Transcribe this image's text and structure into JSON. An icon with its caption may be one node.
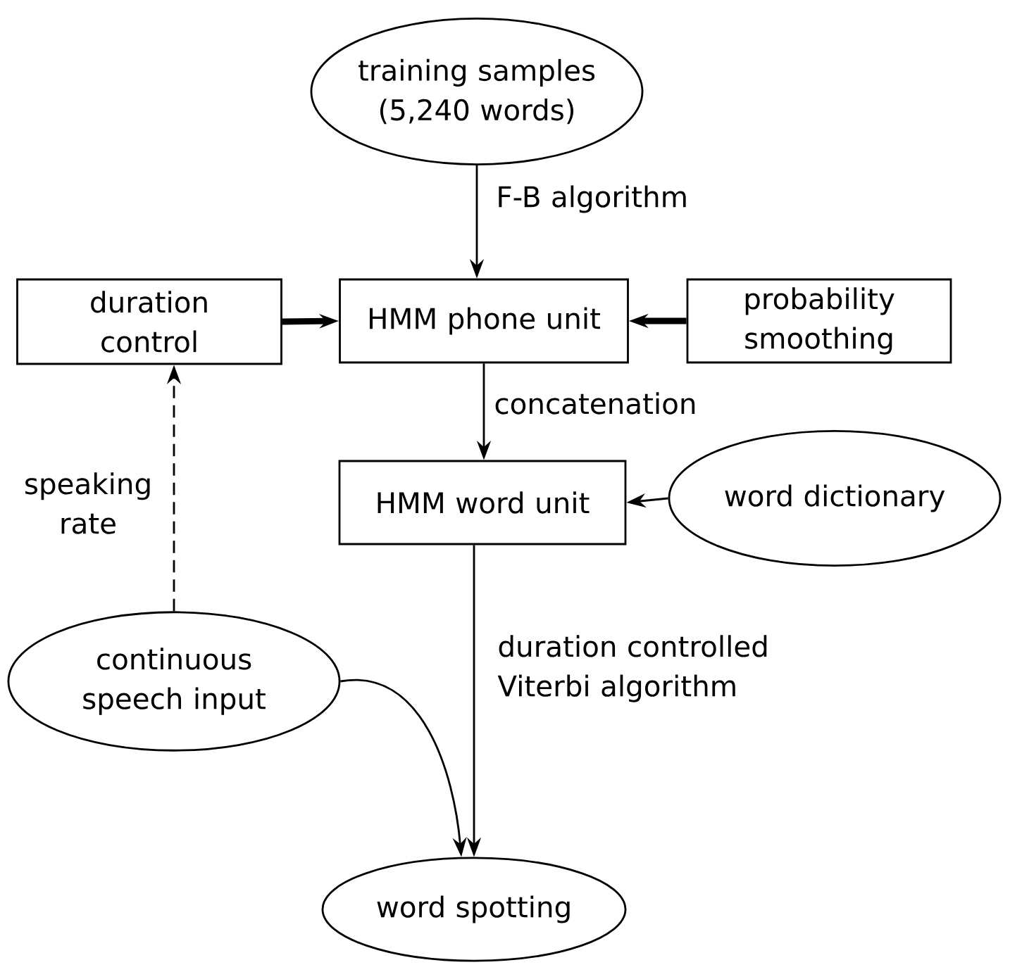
{
  "diagram": {
    "nodes": [
      {
        "text": [
          "training samples (5,240 words)"
        ]
      },
      {
        "text": [
          "duration control"
        ]
      },
      {
        "text": [
          "HMM phone unit"
        ]
      },
      {
        "text": [
          "probability smoothing"
        ]
      },
      {
        "text": [
          "HMM word unit"
        ]
      },
      {
        "text": [
          "word dictionary"
        ]
      },
      {
        "text": [
          "continuous speech input"
        ]
      },
      {
        "text": [
          "word spotting"
        ]
      }
    ],
    "edges": [
      {
        "from": 0,
        "to": 2,
        "arrow": "to",
        "label": "F-B algorithm"
      },
      {
        "from": 1,
        "to": 2,
        "arrow": "to",
        "style": "thick"
      },
      {
        "from": 3,
        "to": 2,
        "arrow": "to",
        "style": "thick"
      },
      {
        "from": 2,
        "to": 4,
        "arrow": "to",
        "label": "concatenation"
      },
      {
        "from": 5,
        "to": 4,
        "arrow": "to"
      },
      {
        "from": 4,
        "to": 7,
        "arrow": "to",
        "label": "duration controlled Viterbi algorithm"
      },
      {
        "from": 6,
        "to": 7,
        "arrow": "to"
      },
      {
        "from": 6,
        "to": 1,
        "arrow": "to",
        "style": "dashed",
        "label": "speaking rate"
      }
    ]
  }
}
